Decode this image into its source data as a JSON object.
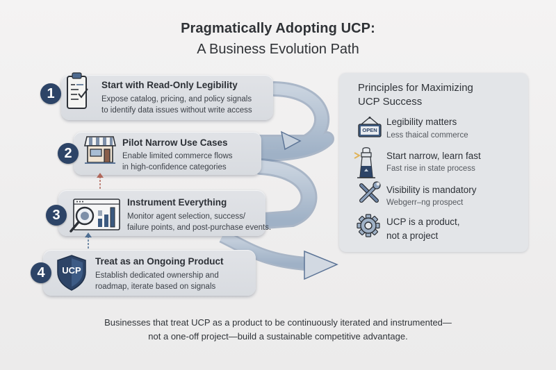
{
  "title": {
    "line1": "Pragmatically Adopting UCP:",
    "line2": "A Business Evolution Path"
  },
  "steps": [
    {
      "number": "1",
      "icon": "clipboard-check-icon",
      "title": "Start with Read-Only Legibility",
      "desc_line1": "Expose catalog, pricing, and policy signals",
      "desc_line2": "to identify data issues without write access"
    },
    {
      "number": "2",
      "icon": "storefront-icon",
      "title": "Pilot Narrow Use Cases",
      "desc_line1": "Enable limited commerce flows",
      "desc_line2": "in high-confidence categories"
    },
    {
      "number": "3",
      "icon": "analytics-magnifier-icon",
      "title": "Instrument Everything",
      "desc_line1": "Monitor agent selection, success/",
      "desc_line2": "failure points, and post-purchase events."
    },
    {
      "number": "4",
      "icon": "ucp-shield-icon",
      "shield_label": "UCP",
      "title": "Treat as an Ongoing Product",
      "desc_line1": "Establish dedicated ownership and",
      "desc_line2": "roadmap, iterate based on signals"
    }
  ],
  "principles": {
    "heading_line1": "Principles for Maximizing",
    "heading_line2": "UCP Success",
    "items": [
      {
        "icon": "open-sign-icon",
        "sign_text": "OPEN",
        "title": "Legibility matters",
        "subtitle": "Less thaical commerce"
      },
      {
        "icon": "lighthouse-icon",
        "title": "Start narrow, learn fast",
        "subtitle": "Fast rise in state process"
      },
      {
        "icon": "wrench-screwdriver-icon",
        "title": "Visibility is mandatory",
        "subtitle": "Webgerr–ng prospect"
      },
      {
        "icon": "gear-icon",
        "title_line1": "UCP is a product,",
        "title_line2": "not a project"
      }
    ]
  },
  "footer": {
    "line1": "Businesses that treat UCP as a product to be continuously iterated and instrumented—",
    "line2": "not a one-off project—build a sustainable competitive advantage."
  },
  "colors": {
    "badge": "#2d4467",
    "road": "#8fa3bd",
    "road_edge": "#5c7496",
    "card": "#dcdfe3",
    "background": "#f1f0f0",
    "dashed_arrow_up_1": "#b0675a",
    "dashed_arrow_up_2": "#4e6e92"
  }
}
